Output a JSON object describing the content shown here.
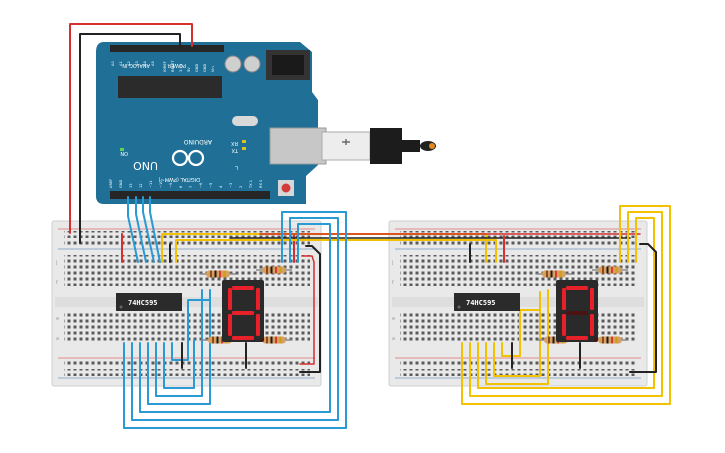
{
  "arduino": {
    "brand": "ARDUINO",
    "model": "UNO",
    "on_label": "ON",
    "analog_header": "ANALOG IN",
    "power_header": "POWER",
    "digital_header": "DIGITAL (PWM~)",
    "tx_label": "TX",
    "rx_label": "RX",
    "l_label": "L",
    "power_pins": [
      "IOREF",
      "RESET",
      "3.3V",
      "5V",
      "GND",
      "GND",
      "Vin"
    ],
    "analog_pins": [
      "A0",
      "A1",
      "A2",
      "A3",
      "A4",
      "A5"
    ],
    "digital_pins": [
      "AREF",
      "GND",
      "13",
      "12",
      "~11",
      "~10",
      "~9",
      "8",
      "7",
      "~6",
      "~5",
      "4",
      "~3",
      "2",
      "TX 1",
      "RX 0"
    ]
  },
  "breadboards": [
    {
      "chip_label": "74HC595",
      "display_digit": "8"
    },
    {
      "chip_label": "74HC595",
      "display_digit": "0"
    }
  ],
  "colors": {
    "board": "#1f6f96",
    "wire_red": "#d62f2f",
    "wire_black": "#222222",
    "wire_blue": "#2a9ad4",
    "wire_yellow": "#f2c200",
    "segment_on": "#e8202a",
    "segment_off": "#4a1414",
    "breadboard": "#eeeeee"
  },
  "icons": [
    "arduino-infinity-logo-icon",
    "usb-plug-icon",
    "reset-button-icon",
    "capacitor-icon"
  ]
}
